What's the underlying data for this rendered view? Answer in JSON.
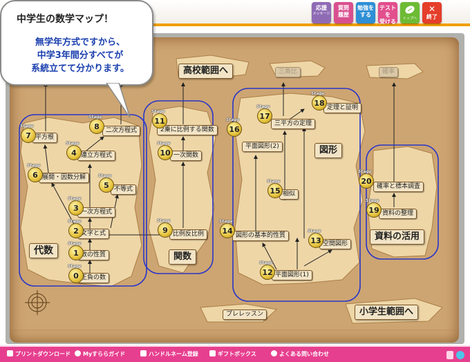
{
  "bubble": {
    "title": "中学生の数学マップ！",
    "lines": [
      "無学年方式ですから、",
      "中学3年間分すべてが",
      "系統立てて分かります。"
    ]
  },
  "toolbar": {
    "ouen": {
      "label": "応援",
      "sub": "メッセージ"
    },
    "shitsumon": {
      "label": "質問",
      "sub": "履歴"
    },
    "benkyo": {
      "label": "勉強を",
      "sub": "する"
    },
    "test": {
      "label": "テストを",
      "sub": "受ける"
    },
    "top": {
      "label": "トップへ"
    },
    "end": {
      "label": "終了",
      "icon": "✕"
    }
  },
  "regions": {
    "algebra": "代数",
    "function": "関数",
    "geometry": "図形",
    "data": "資料の活用",
    "highschool": "高校範囲へ",
    "elementary": "小学生範囲へ",
    "prelesson": "プレレッスン"
  },
  "faded_nodes": {
    "sankakuhi": "三角比",
    "kakuritsu": "確率"
  },
  "stage_word": "Stage",
  "stages": [
    {
      "n": "0",
      "label": "正負の数"
    },
    {
      "n": "1",
      "label": "数の性質"
    },
    {
      "n": "2",
      "label": "文字と式"
    },
    {
      "n": "3",
      "label": "一次方程式"
    },
    {
      "n": "4",
      "label": "連立方程式"
    },
    {
      "n": "5",
      "label": "不等式"
    },
    {
      "n": "6",
      "label": "展開・因数分解"
    },
    {
      "n": "7",
      "label": "平方根"
    },
    {
      "n": "8",
      "label": "二次方程式"
    },
    {
      "n": "9",
      "label": "比例反比例"
    },
    {
      "n": "10",
      "label": "一次関数"
    },
    {
      "n": "11",
      "label": "2乗に比例する関数"
    },
    {
      "n": "12",
      "label": "平面図形(1)"
    },
    {
      "n": "13",
      "label": "空間図形"
    },
    {
      "n": "14",
      "label": "図形の基本的性質"
    },
    {
      "n": "15",
      "label": "相似"
    },
    {
      "n": "16",
      "label": "平面図形(2)"
    },
    {
      "n": "17",
      "label": "三平方の定理"
    },
    {
      "n": "18",
      "label": "定理と証明"
    },
    {
      "n": "19",
      "label": "資料の整理"
    },
    {
      "n": "20",
      "label": "確率と標本調査"
    }
  ],
  "footer": [
    "プリントダウンロード",
    "Myすららガイド",
    "ハンドルネーム登録",
    "ギフトボックス",
    "よくある問い合わせ"
  ],
  "colors": {
    "accent_orange": "#f0a000",
    "footer_pink": "#e73f8f",
    "map_paper": "#cda572",
    "region_outline": "#2a36c8"
  }
}
